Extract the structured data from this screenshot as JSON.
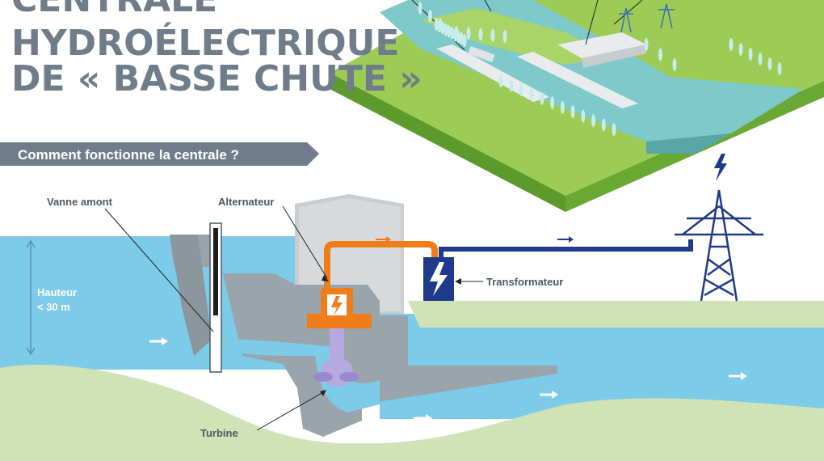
{
  "title": {
    "line1": "CENTRALE",
    "line2": "HYDROÉLECTRIQUE",
    "line3": "DE « BASSE CHUTE »"
  },
  "banner": "Comment fonctionne la centrale ?",
  "labels": {
    "vanne": "Vanne amont",
    "alternateur": "Alternateur",
    "transformateur": "Transformateur",
    "hauteur_1": "Hauteur",
    "hauteur_2": "< 30 m",
    "turbine": "Turbine"
  },
  "colors": {
    "water": "#7ccbe8",
    "water_dark": "#5bb5dc",
    "concrete": "#9aa4ab",
    "building": "#c9cdd0",
    "ground": "#cfe3b6",
    "grass": "#8cc540",
    "orange": "#ef7d1a",
    "navy": "#1f3a8c",
    "turbine": "#b6a8e0",
    "text": "#4a5966"
  },
  "icons": {
    "power": "lightning-bolt-icon",
    "flow": "arrow-right-icon",
    "pylon": "power-pylon-icon"
  }
}
